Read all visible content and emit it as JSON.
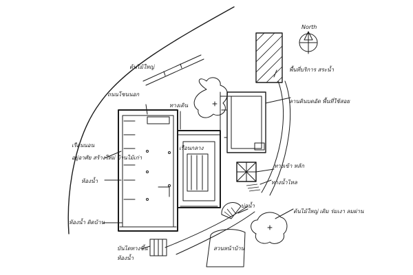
{
  "labels": {
    "north": "North",
    "tree_label_1": "ต้นไม้ใหญ่",
    "road_label": "ถนนโซนนอก",
    "house_notes": "อยู่อาศัย สร้างใหม่ บ้านไม้เก่า",
    "left_note_1": "เรือนนอน",
    "left_note_2": "ห้องน้ำ",
    "left_note_3": "ห้องน้ำ ติดบ้าน",
    "top_note": "ทางเดิน",
    "center_note": "เรือนกลาง",
    "right_note_1": "พื้นที่บริการ สระน้ำ",
    "right_note_2": "ลานดินบดอัด พื้นที่ใช้สอย",
    "right_note_3": "ทางเข้า หลัก",
    "right_note_4": "ทางน้ำไหล",
    "pool_note": "บ่อน้ำ",
    "lower_right_note": "ต้นไม้ใหญ่ เดิม ร่มเงา ลมผ่าน",
    "bottom_note_1": "บันไดทางขึ้น",
    "bottom_note_2": "ห้องน้ำ",
    "bottom_note_3": "สวนหน้าบ้าน"
  },
  "icons": {
    "north_arrow": "north-arrow-icon"
  }
}
